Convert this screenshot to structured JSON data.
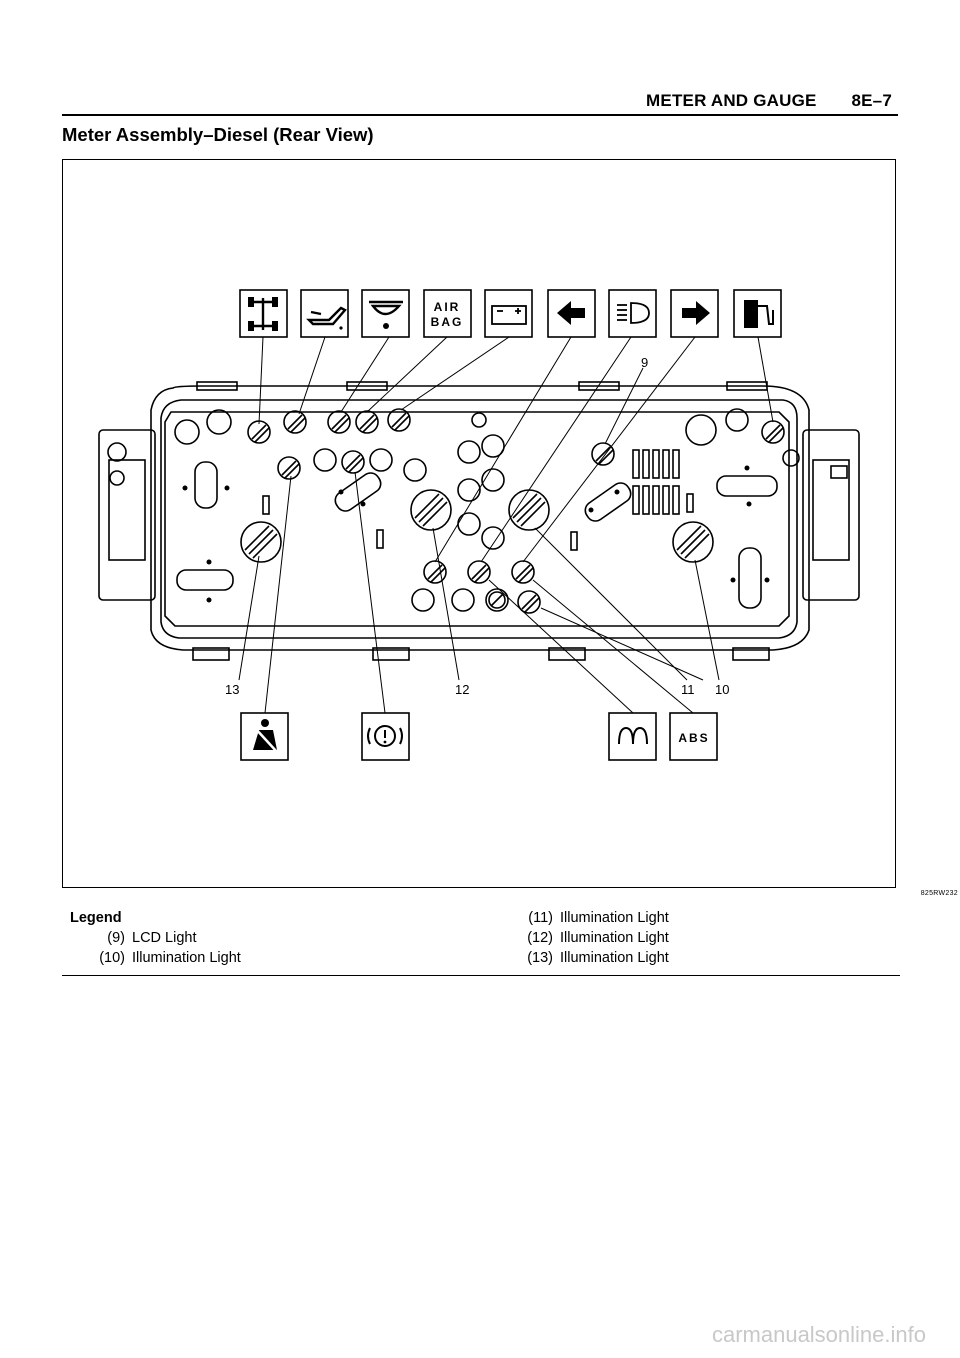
{
  "header": {
    "section": "METER AND GAUGE",
    "page": "8E–7"
  },
  "title": "Meter Assembly–Diesel (Rear View)",
  "figure": {
    "id": "825RW232",
    "callouts": [
      "9",
      "10",
      "11",
      "12",
      "13"
    ],
    "icon_labels": {
      "airbag_line1": "AIR",
      "airbag_line2": "BAG",
      "abs": "ABS"
    },
    "top_icons": [
      "4wd-icon",
      "oil-pressure-icon",
      "coolant-icon",
      "airbag-icon",
      "battery-icon",
      "turn-left-icon",
      "high-beam-icon",
      "turn-right-icon",
      "fuel-icon"
    ],
    "bottom_icons": [
      "seatbelt-icon",
      "brake-warning-icon",
      "glow-plug-icon",
      "abs-icon"
    ]
  },
  "legend": {
    "title": "Legend",
    "left": [
      {
        "num": "(9)",
        "label": "LCD Light"
      },
      {
        "num": "(10)",
        "label": "Illumination Light"
      }
    ],
    "right": [
      {
        "num": "(11)",
        "label": "Illumination Light"
      },
      {
        "num": "(12)",
        "label": "Illumination Light"
      },
      {
        "num": "(13)",
        "label": "Illumination Light"
      }
    ]
  },
  "watermark": "carmanualsonline.info"
}
